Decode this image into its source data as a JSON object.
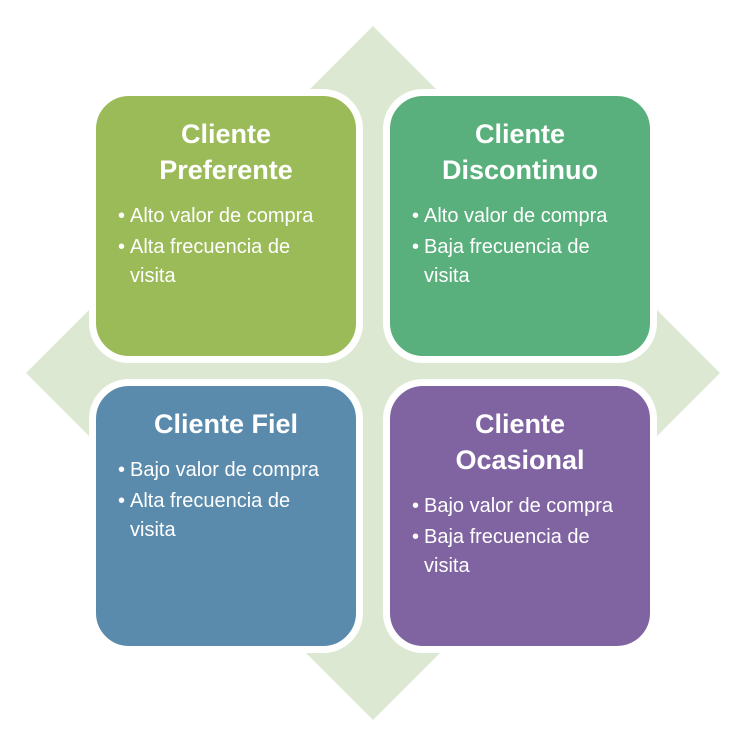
{
  "colors": {
    "background_diamond": "#dde8d2",
    "preferente": "#9bbb59",
    "discontinuo": "#59b07c",
    "fiel": "#5b8bac",
    "ocasional": "#8064a2",
    "text": "#ffffff"
  },
  "quadrants": [
    {
      "key": "preferente",
      "title_line1": "Cliente",
      "title_line2": "Preferente",
      "bullets": [
        "Alto valor de compra",
        "Alta frecuencia de visita"
      ]
    },
    {
      "key": "discontinuo",
      "title_line1": "Cliente",
      "title_line2": "Discontinuo",
      "bullets": [
        "Alto valor de compra",
        "Baja frecuencia de visita"
      ]
    },
    {
      "key": "fiel",
      "title_line1": "Cliente Fiel",
      "bullets": [
        "Bajo valor de compra",
        "Alta frecuencia de visita"
      ]
    },
    {
      "key": "ocasional",
      "title_line1": "Cliente",
      "title_line2": "Ocasional",
      "bullets": [
        "Bajo valor de compra",
        "Baja frecuencia de visita"
      ]
    }
  ]
}
